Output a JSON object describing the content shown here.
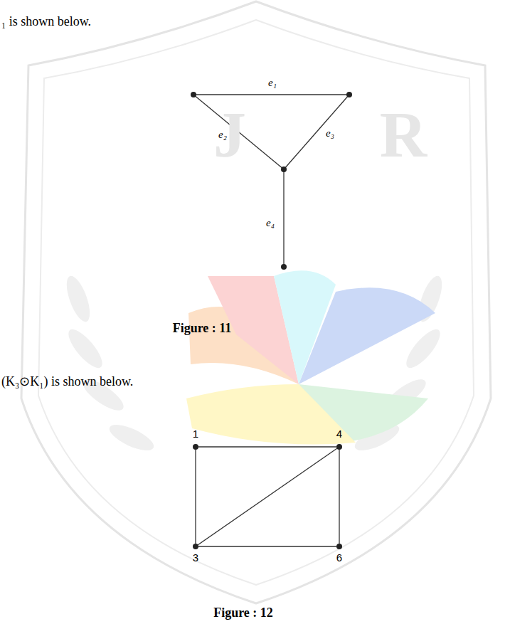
{
  "diagram": {
    "nodes": [
      {
        "text": [
          "1"
        ]
      },
      {
        "text": [
          "4"
        ]
      },
      {
        "text": [
          "3"
        ]
      },
      {
        "text": [
          "6"
        ]
      }
    ],
    "edges": [
      {
        "from": 0,
        "to": 1,
        "arrow": "none"
      },
      {
        "from": 0,
        "to": 2,
        "arrow": "none"
      },
      {
        "from": 2,
        "to": 1,
        "arrow": "none"
      },
      {
        "from": 1,
        "to": 3,
        "arrow": "none"
      },
      {
        "from": 2,
        "to": 3,
        "arrow": "none"
      }
    ],
    "labels": [
      "₁ is shown below.",
      "J",
      "R",
      "e₁",
      "e₂",
      "e₃",
      "e₄",
      "Figure : 11",
      "(K₃⊙K₁) is shown below.",
      "Figure : 12"
    ]
  }
}
